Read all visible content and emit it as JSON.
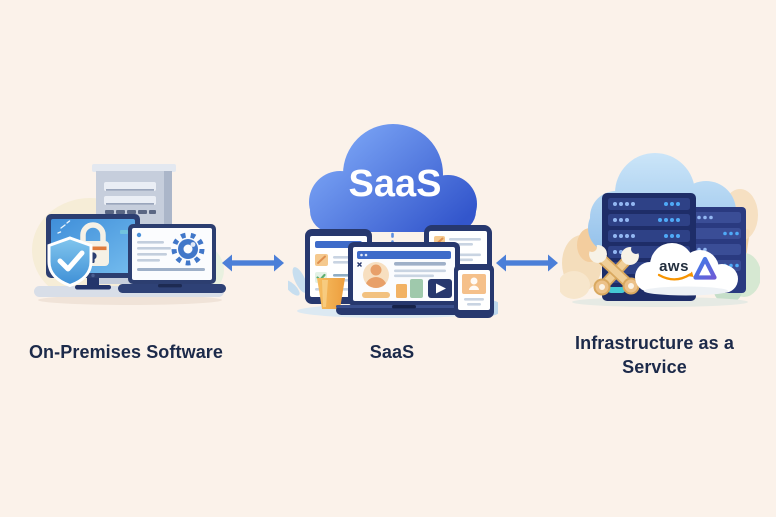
{
  "diagram": {
    "background_color": "#FBF2EA",
    "nodes": [
      {
        "id": "on-premises",
        "label": "On-Premises Software",
        "illustration": "desktop-with-server-security",
        "icons": [
          "server-tower-icon",
          "monitor-icon",
          "padlock-icon",
          "shield-check-icon",
          "laptop-icon",
          "gear-icon"
        ]
      },
      {
        "id": "saas",
        "label": "SaaS",
        "cloud_text": "SaaS",
        "illustration": "cloud-over-multi-devices",
        "icons": [
          "cloud-icon",
          "dashed-connector",
          "tablet-checklist-icon",
          "laptop-dashboard-icon",
          "phone-checklist-icon",
          "smartphone-profile-icon",
          "coffee-cup-icon"
        ]
      },
      {
        "id": "iaas",
        "label": "Infrastructure as a Service",
        "aws_text": "aws",
        "illustration": "server-racks-cloud-tools",
        "icons": [
          "backdrop-cloud-icon",
          "server-rack-icon",
          "server-rack-secondary-icon",
          "crossed-wrenches-icon",
          "aws-cloud-logo",
          "aws-smile-arrow-icon",
          "drive-triangle-logo"
        ]
      }
    ],
    "connectors": [
      {
        "from": "on-premises",
        "to": "saas",
        "type": "double-headed-arrow"
      },
      {
        "from": "saas",
        "to": "iaas",
        "type": "double-headed-arrow"
      }
    ],
    "colors": {
      "background": "#FBF2EA",
      "arrow_blue": "#4B7FD8",
      "saas_cloud_gradient_top": "#7CA6F6",
      "saas_cloud_gradient_bottom": "#3356CC",
      "device_navy": "#27386E",
      "server_rack_navy": "#1E2D68",
      "label_text": "#1C2A4A",
      "accent_orange": "#F2B264",
      "accent_green": "#6FBF7E",
      "aws_smile_orange": "#F79400",
      "backdrop_cloud_blue": "#A9CFF0",
      "tool_tan": "#ECC189"
    }
  }
}
